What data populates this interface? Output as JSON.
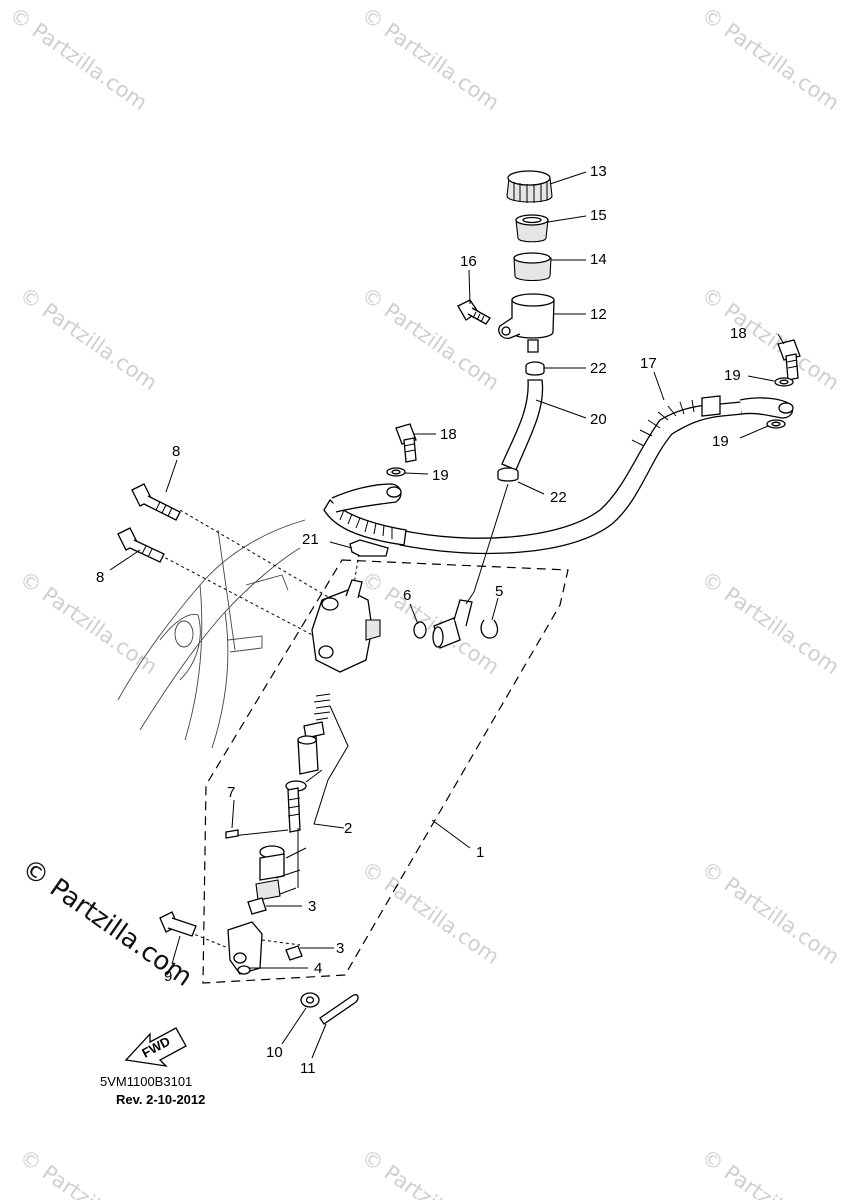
{
  "diagram": {
    "callouts": [
      {
        "id": "13",
        "text": "13"
      },
      {
        "id": "15",
        "text": "15"
      },
      {
        "id": "14",
        "text": "14"
      },
      {
        "id": "16",
        "text": "16"
      },
      {
        "id": "12",
        "text": "12"
      },
      {
        "id": "18a",
        "text": "18"
      },
      {
        "id": "22a",
        "text": "22"
      },
      {
        "id": "17",
        "text": "17"
      },
      {
        "id": "19a",
        "text": "19"
      },
      {
        "id": "20",
        "text": "20"
      },
      {
        "id": "19b",
        "text": "19"
      },
      {
        "id": "18b",
        "text": "18"
      },
      {
        "id": "19c",
        "text": "19"
      },
      {
        "id": "22b",
        "text": "22"
      },
      {
        "id": "8a",
        "text": "8"
      },
      {
        "id": "21",
        "text": "21"
      },
      {
        "id": "8b",
        "text": "8"
      },
      {
        "id": "6",
        "text": "6"
      },
      {
        "id": "5",
        "text": "5"
      },
      {
        "id": "7",
        "text": "7"
      },
      {
        "id": "2",
        "text": "2"
      },
      {
        "id": "1",
        "text": "1"
      },
      {
        "id": "3a",
        "text": "3"
      },
      {
        "id": "3b",
        "text": "3"
      },
      {
        "id": "9",
        "text": "9"
      },
      {
        "id": "4",
        "text": "4"
      },
      {
        "id": "10",
        "text": "10"
      },
      {
        "id": "11",
        "text": "11"
      }
    ],
    "fwd_label": "FWD",
    "drawing_code": "5VM1100B3101",
    "revision": "Rev.  2-10-2012"
  },
  "watermark": {
    "text": "© Partzilla.com"
  }
}
